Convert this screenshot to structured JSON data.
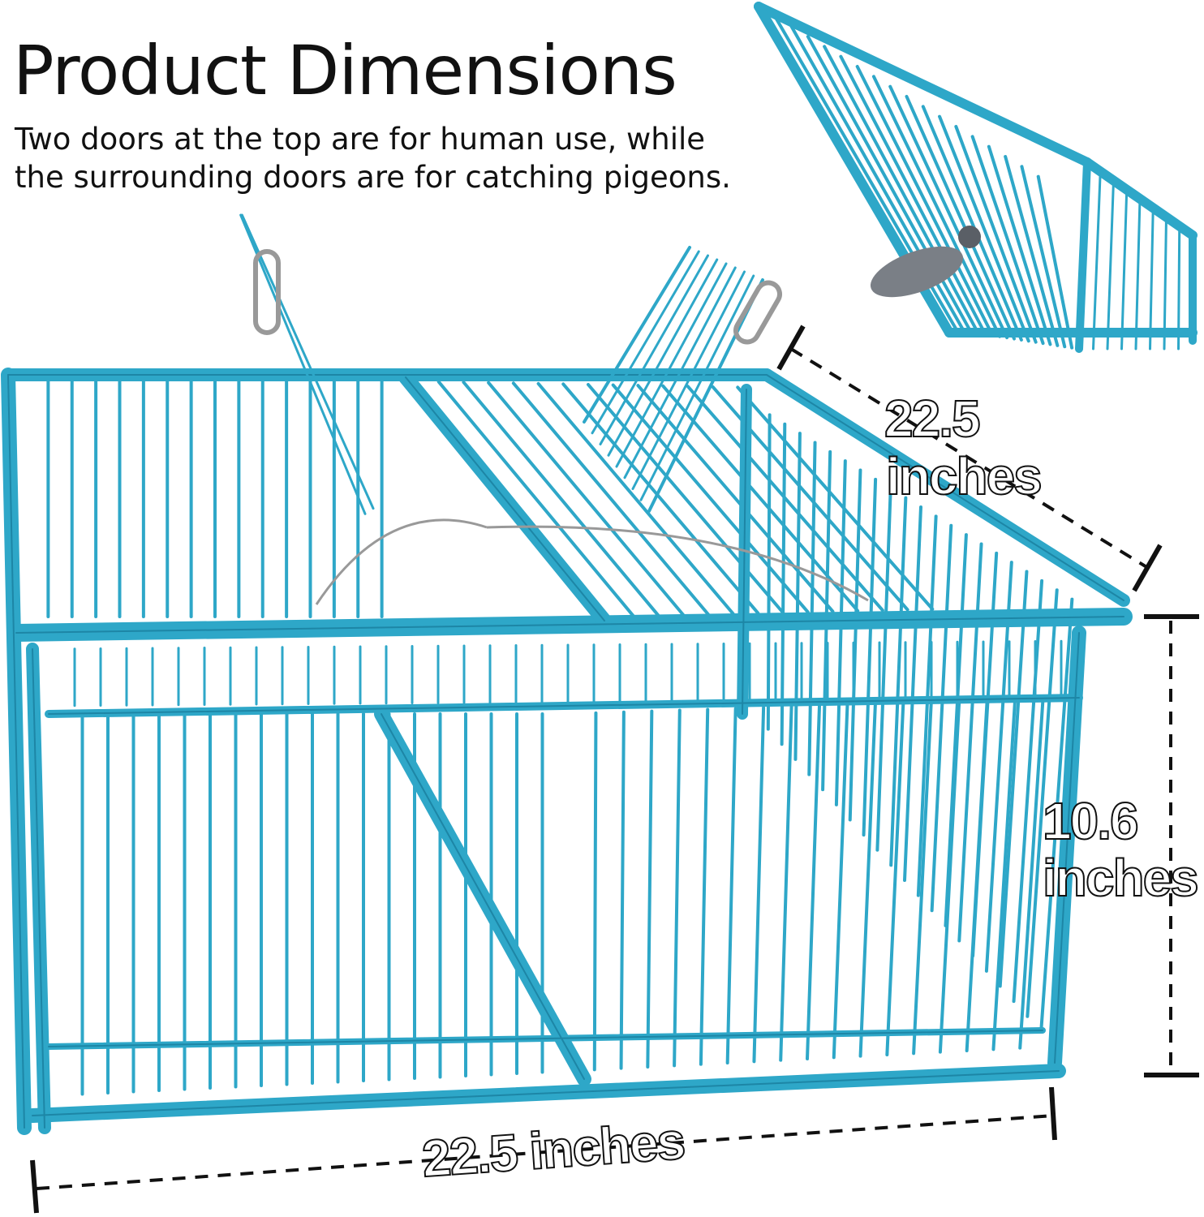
{
  "heading": {
    "title": "Product Dimensions",
    "subtitle": "Two doors at the top are for human use, while the surrounding doors are for catching pigeons."
  },
  "dimensions": {
    "depth_value": "22.5",
    "depth_unit": "inches",
    "height_value": "10.6",
    "height_unit": "inches",
    "width_label": "22.5 inches"
  },
  "colors": {
    "cage": "#2ea7c8",
    "cage_dark": "#1d86a6",
    "text": "#111111"
  }
}
